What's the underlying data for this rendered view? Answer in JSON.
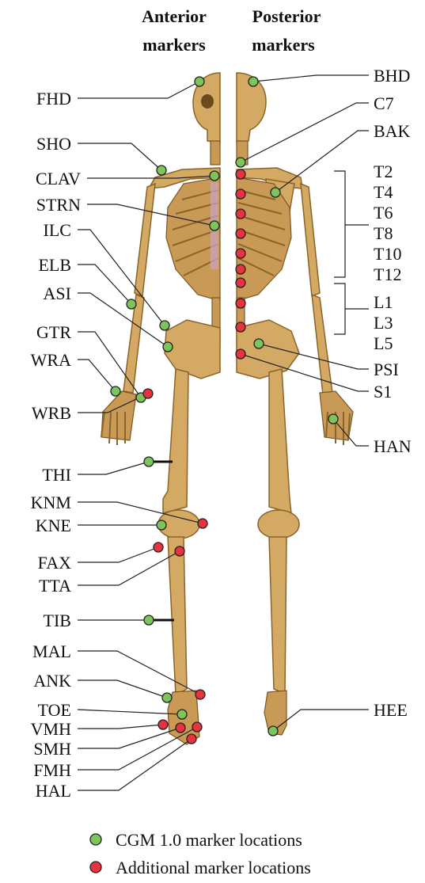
{
  "headers": {
    "anterior_line1": "Anterior",
    "anterior_line2": "markers",
    "posterior_line1": "Posterior",
    "posterior_line2": "markers"
  },
  "left_labels": {
    "FHD": "FHD",
    "SHO": "SHO",
    "CLAV": "CLAV",
    "STRN": "STRN",
    "ILC": "ILC",
    "ELB": "ELB",
    "ASI": "ASI",
    "GTR": "GTR",
    "WRA": "WRA",
    "WRB": "WRB",
    "THI": "THI",
    "KNM": "KNM",
    "KNE": "KNE",
    "FAX": "FAX",
    "TTA": "TTA",
    "TIB": "TIB",
    "MAL": "MAL",
    "ANK": "ANK",
    "TOE": "TOE",
    "VMH": "VMH",
    "SMH": "SMH",
    "FMH": "FMH",
    "HAL": "HAL"
  },
  "right_labels": {
    "BHD": "BHD",
    "C7": "C7",
    "BAK": "BAK",
    "T2": "T2",
    "T4": "T4",
    "T6": "T6",
    "T8": "T8",
    "T10": "T10",
    "T12": "T12",
    "L1": "L1",
    "L3": "L3",
    "L5": "L5",
    "PSI": "PSI",
    "S1": "S1",
    "HAN": "HAN",
    "HEE": "HEE"
  },
  "legend": {
    "green_label": "CGM 1.0 marker locations",
    "red_label": "Additional marker locations"
  },
  "colors": {
    "cgm_marker": "#7dc45a",
    "additional_marker": "#e6333f",
    "bone": "#d4a964"
  }
}
